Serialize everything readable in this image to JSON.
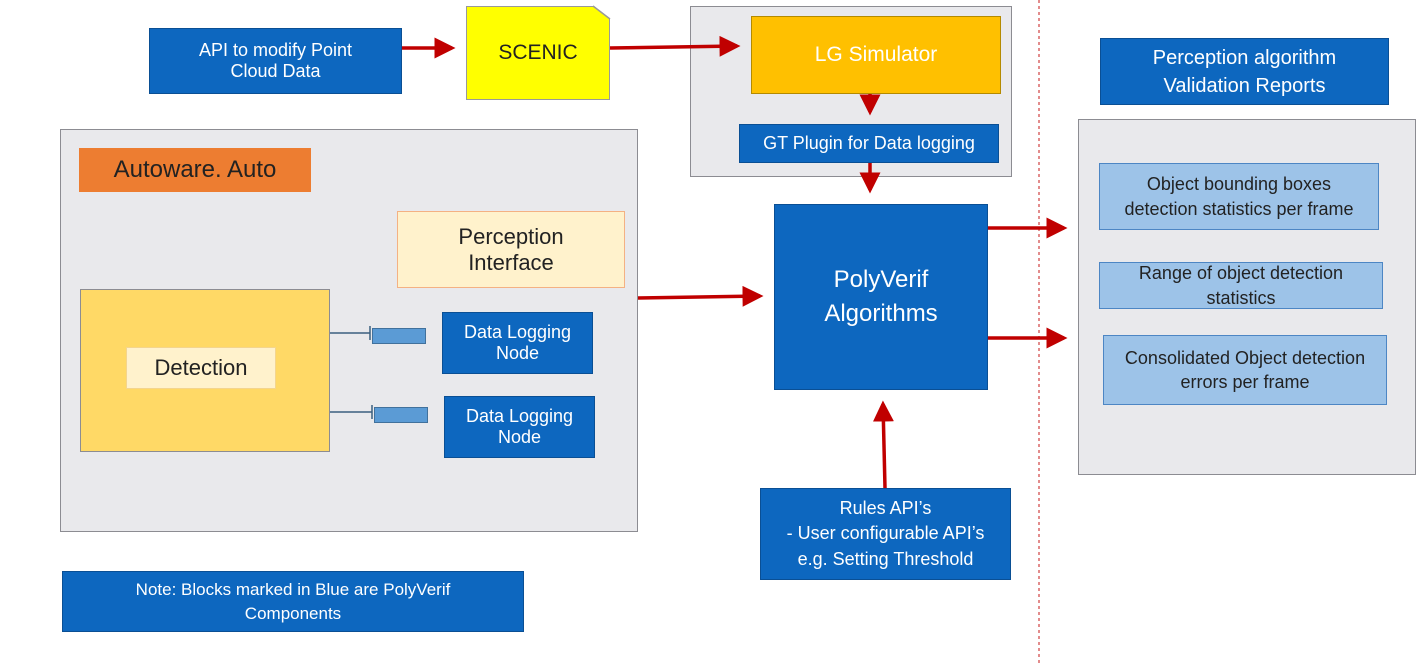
{
  "api_box": {
    "line1": "API to modify Point",
    "line2": "Cloud Data"
  },
  "scenic": {
    "label": "SCENIC"
  },
  "lg_simulator": {
    "label": "LG Simulator"
  },
  "gt_plugin": {
    "label": "GT Plugin for Data logging"
  },
  "autoware": {
    "label": "Autoware. Auto"
  },
  "perception_interface": {
    "line1": "Perception",
    "line2": "Interface"
  },
  "detection": {
    "label": "Detection"
  },
  "data_logging_1": {
    "line1": "Data Logging",
    "line2": "Node"
  },
  "data_logging_2": {
    "line1": "Data Logging",
    "line2": "Node"
  },
  "polyverif": {
    "line1": "PolyVerif",
    "line2": "Algorithms"
  },
  "rules_api": {
    "line1": "Rules API’s",
    "line2": "- User configurable API’s",
    "line3": "e.g. Setting Threshold"
  },
  "note": {
    "line1": "Note: Blocks marked in Blue are PolyVerif",
    "line2": "Components"
  },
  "reports_header": {
    "line1": "Perception algorithm",
    "line2": "Validation Reports"
  },
  "report_1": {
    "line1": "Object bounding boxes",
    "line2": "detection statistics per frame"
  },
  "report_2": {
    "line1": "Range of object detection",
    "line2": "statistics"
  },
  "report_3": {
    "line1": "Consolidated Object detection",
    "line2": "errors per frame"
  },
  "colors": {
    "blue_block": "#0d67bf",
    "light_blue_block": "#9dc3e8",
    "scenic_yellow": "#ffff00",
    "simulator_orange": "#ffc000",
    "autoware_orange": "#ed7d31",
    "detection_yellow": "#ffd966",
    "arrow_red": "#c00000",
    "container_gray": "#e9e9ec"
  }
}
